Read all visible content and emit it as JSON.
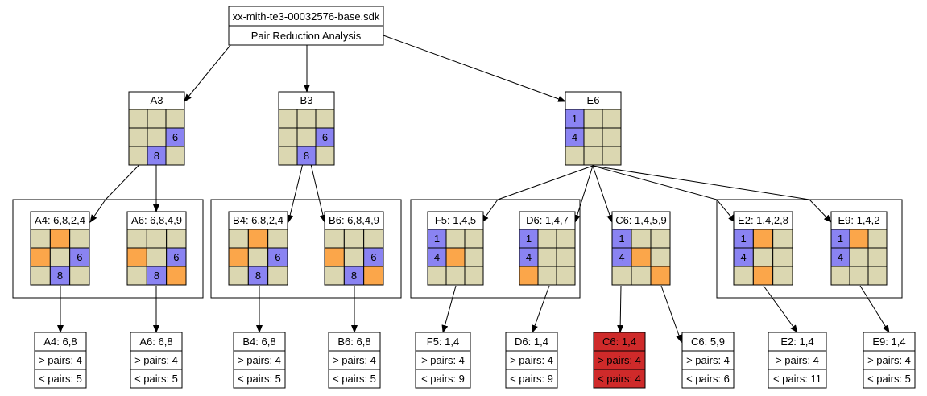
{
  "root": {
    "title": "xx-mith-te3-00032576-base.sdk",
    "subtitle": "Pair Reduction Analysis"
  },
  "colors": {
    "blank": "#dbd7b1",
    "given": "#8a83f2",
    "candidate": "#fba64a",
    "conflict": "#cf2a2a",
    "line": "#000000",
    "bg": "#ffffff"
  },
  "grids": {
    "A3": {
      "label": "A3",
      "digits": {
        "5": "6",
        "7": "8"
      },
      "candidates": []
    },
    "B3": {
      "label": "B3",
      "digits": {
        "5": "6",
        "7": "8"
      },
      "candidates": []
    },
    "E6": {
      "label": "E6",
      "digits": {
        "0": "1",
        "3": "4"
      },
      "candidates": []
    },
    "A4": {
      "label": "A4: 6,8,2,4",
      "digits": {
        "5": "6",
        "7": "8"
      },
      "candidates": [
        1,
        3
      ]
    },
    "A6": {
      "label": "A6: 6,8,4,9",
      "digits": {
        "5": "6",
        "7": "8"
      },
      "candidates": [
        3,
        8
      ]
    },
    "B4": {
      "label": "B4: 6,8,2,4",
      "digits": {
        "5": "6",
        "7": "8"
      },
      "candidates": [
        1,
        3
      ]
    },
    "B6": {
      "label": "B6: 6,8,4,9",
      "digits": {
        "5": "6",
        "7": "8"
      },
      "candidates": [
        3,
        8
      ]
    },
    "F5": {
      "label": "F5: 1,4,5",
      "digits": {
        "0": "1",
        "3": "4"
      },
      "candidates": [
        4
      ]
    },
    "D6": {
      "label": "D6: 1,4,7",
      "digits": {
        "0": "1",
        "3": "4"
      },
      "candidates": [
        6
      ]
    },
    "C6": {
      "label": "C6: 1,4,5,9",
      "digits": {
        "0": "1",
        "3": "4"
      },
      "candidates": [
        4,
        8
      ]
    },
    "E2": {
      "label": "E2: 1,4,2,8",
      "digits": {
        "0": "1",
        "3": "4"
      },
      "candidates": [
        1,
        7
      ]
    },
    "E9": {
      "label": "E9: 1,4,2",
      "digits": {
        "0": "1",
        "3": "4"
      },
      "candidates": [
        1
      ]
    }
  },
  "results": [
    {
      "id": "rA4",
      "title": "A4: 6,8",
      "gt": "> pairs: 4",
      "lt": "< pairs: 5",
      "conflict": false
    },
    {
      "id": "rA6",
      "title": "A6: 6,8",
      "gt": "> pairs: 4",
      "lt": "< pairs: 5",
      "conflict": false
    },
    {
      "id": "rB4",
      "title": "B4: 6,8",
      "gt": "> pairs: 4",
      "lt": "< pairs: 5",
      "conflict": false
    },
    {
      "id": "rB6",
      "title": "B6: 6,8",
      "gt": "> pairs: 4",
      "lt": "< pairs: 5",
      "conflict": false
    },
    {
      "id": "rF5",
      "title": "F5: 1,4",
      "gt": "> pairs: 4",
      "lt": "< pairs: 9",
      "conflict": false
    },
    {
      "id": "rD6",
      "title": "D6: 1,4",
      "gt": "> pairs: 4",
      "lt": "< pairs: 9",
      "conflict": false
    },
    {
      "id": "rC6a",
      "title": "C6: 1,4",
      "gt": "> pairs: 4",
      "lt": "< pairs: 4",
      "conflict": true
    },
    {
      "id": "rC6b",
      "title": "C6: 5,9",
      "gt": "> pairs: 4",
      "lt": "< pairs: 6",
      "conflict": false
    },
    {
      "id": "rE2",
      "title": "E2: 1,4",
      "gt": "> pairs: 4",
      "lt": "< pairs: 11",
      "conflict": false
    },
    {
      "id": "rE9",
      "title": "E9: 1,4",
      "gt": "> pairs: 4",
      "lt": "< pairs: 5",
      "conflict": false
    }
  ]
}
